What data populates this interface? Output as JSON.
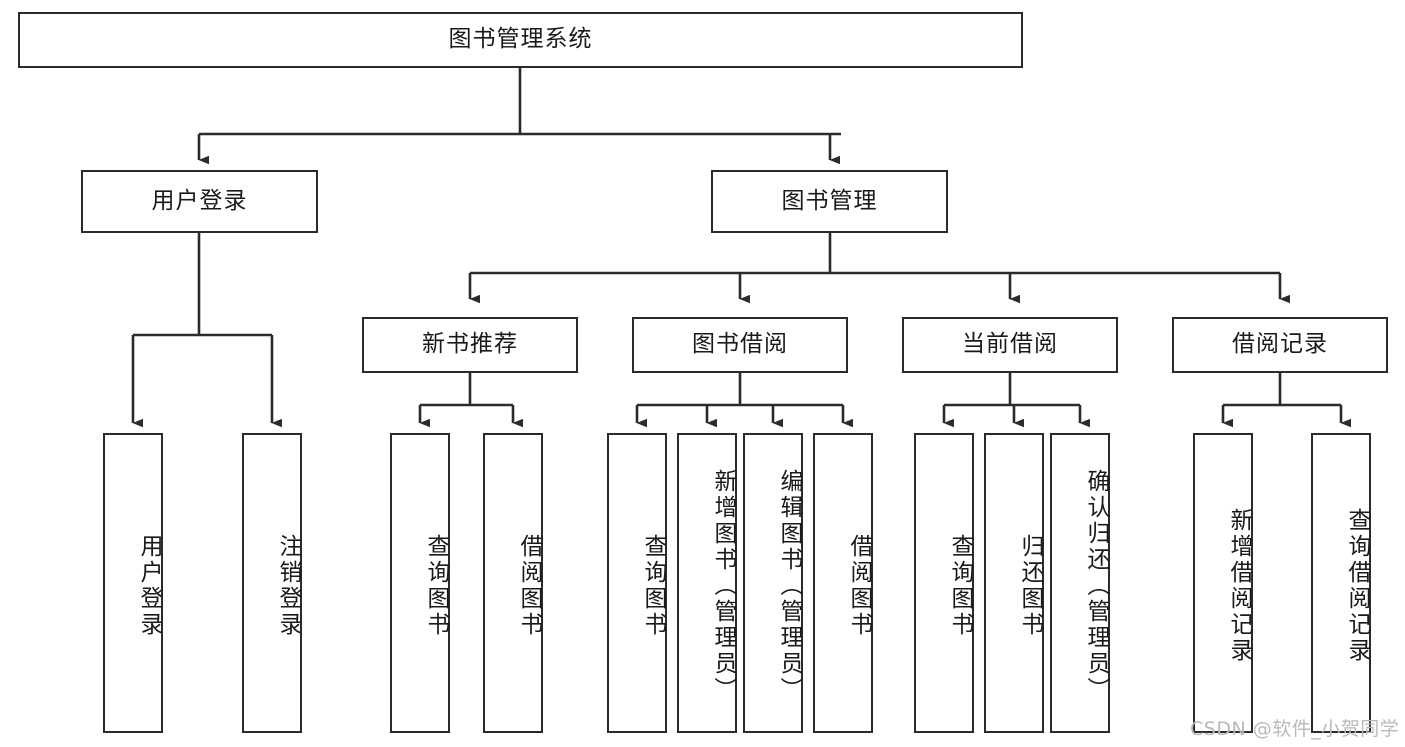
{
  "diagram": {
    "type": "tree-hierarchy",
    "title": "图书管理系统",
    "watermark": "CSDN @软件_小贺同学",
    "colors": {
      "box_border": "#2b2b2b",
      "box_fill": "#ffffff",
      "connector": "#2b2b2b",
      "text": "#1a1a1a",
      "watermark": "#b9b9b9",
      "background": "#ffffff"
    },
    "nodes": {
      "root": {
        "label": "图书管理系统",
        "level": 1,
        "orientation": "horizontal"
      },
      "n_user_login": {
        "label": "用户登录",
        "level": 2,
        "orientation": "horizontal"
      },
      "n_book_manage": {
        "label": "图书管理",
        "level": 2,
        "orientation": "horizontal"
      },
      "n_new_book_rec": {
        "label": "新书推荐",
        "level": 3,
        "orientation": "horizontal"
      },
      "n_book_borrow": {
        "label": "图书借阅",
        "level": 3,
        "orientation": "horizontal"
      },
      "n_current_borrow": {
        "label": "当前借阅",
        "level": 3,
        "orientation": "horizontal"
      },
      "n_borrow_record": {
        "label": "借阅记录",
        "level": 3,
        "orientation": "horizontal"
      },
      "l_user_login": {
        "label": "用户登录",
        "level": 4,
        "orientation": "vertical"
      },
      "l_logout": {
        "label": "注销登录",
        "level": 4,
        "orientation": "vertical"
      },
      "l_query_book_1": {
        "label": "查询图书",
        "level": 4,
        "orientation": "vertical"
      },
      "l_borrow_book_1": {
        "label": "借阅图书",
        "level": 4,
        "orientation": "vertical"
      },
      "l_query_book_2": {
        "label": "查询图书",
        "level": 4,
        "orientation": "vertical"
      },
      "l_add_book": {
        "label": "新增图书（管理员）",
        "level": 4,
        "orientation": "vertical"
      },
      "l_edit_book": {
        "label": "编辑图书（管理员）",
        "level": 4,
        "orientation": "vertical"
      },
      "l_borrow_book_2": {
        "label": "借阅图书",
        "level": 4,
        "orientation": "vertical"
      },
      "l_query_book_3": {
        "label": "查询图书",
        "level": 4,
        "orientation": "vertical"
      },
      "l_return_book": {
        "label": "归还图书",
        "level": 4,
        "orientation": "vertical"
      },
      "l_confirm_return": {
        "label": "确认归还（管理员）",
        "level": 4,
        "orientation": "vertical"
      },
      "l_add_record": {
        "label": "新增借阅记录",
        "level": 4,
        "orientation": "vertical"
      },
      "l_query_record": {
        "label": "查询借阅记录",
        "level": 4,
        "orientation": "vertical"
      }
    },
    "edges": [
      {
        "from": "root",
        "to": "n_user_login"
      },
      {
        "from": "root",
        "to": "n_book_manage"
      },
      {
        "from": "n_user_login",
        "to": "l_user_login"
      },
      {
        "from": "n_user_login",
        "to": "l_logout"
      },
      {
        "from": "n_book_manage",
        "to": "n_new_book_rec"
      },
      {
        "from": "n_book_manage",
        "to": "n_book_borrow"
      },
      {
        "from": "n_book_manage",
        "to": "n_current_borrow"
      },
      {
        "from": "n_book_manage",
        "to": "n_borrow_record"
      },
      {
        "from": "n_new_book_rec",
        "to": "l_query_book_1"
      },
      {
        "from": "n_new_book_rec",
        "to": "l_borrow_book_1"
      },
      {
        "from": "n_book_borrow",
        "to": "l_query_book_2"
      },
      {
        "from": "n_book_borrow",
        "to": "l_add_book"
      },
      {
        "from": "n_book_borrow",
        "to": "l_edit_book"
      },
      {
        "from": "n_book_borrow",
        "to": "l_borrow_book_2"
      },
      {
        "from": "n_current_borrow",
        "to": "l_query_book_3"
      },
      {
        "from": "n_current_borrow",
        "to": "l_return_book"
      },
      {
        "from": "n_current_borrow",
        "to": "l_confirm_return"
      },
      {
        "from": "n_borrow_record",
        "to": "l_add_record"
      },
      {
        "from": "n_borrow_record",
        "to": "l_query_record"
      }
    ]
  }
}
